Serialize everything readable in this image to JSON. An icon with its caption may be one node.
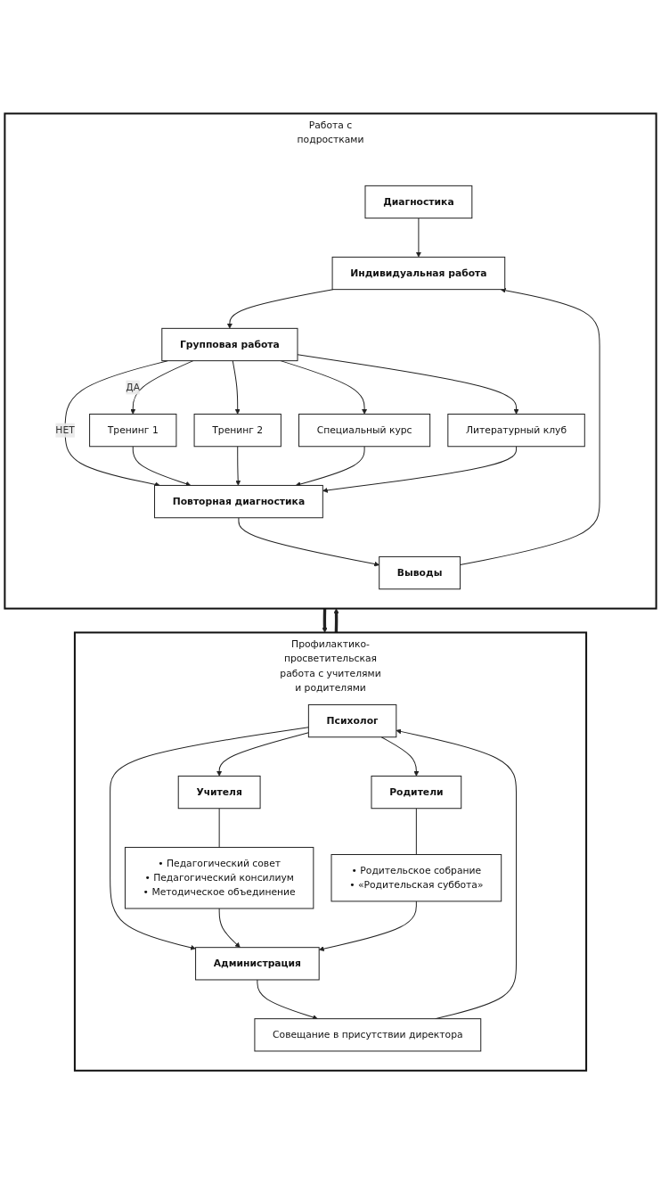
{
  "diagram": {
    "nodes": [
      {
        "text": [
          "Профилактико-просветительская работа с учителями и родителями"
        ]
      },
      {
        "text": [
          "Психолог"
        ],
        "in": 0
      },
      {
        "text": [
          "Учителя"
        ],
        "in": 0
      },
      {
        "text": [
          "Родители"
        ],
        "in": 0
      },
      {
        "text": [
          "• Педагогический совет",
          "• Педагогический консилиум",
          "• Методическое объединение"
        ],
        "in": 0
      },
      {
        "text": [
          "• Родительское собрание",
          "• «Родительская суббота»"
        ],
        "in": 0
      },
      {
        "text": [
          "Администрация"
        ],
        "in": 0
      },
      {
        "text": [
          "Совещание в присутствии директора"
        ],
        "in": 0
      },
      {
        "text": [
          "Работа с подростками"
        ]
      },
      {
        "text": [
          "Диагностика"
        ],
        "in": 8
      },
      {
        "text": [
          "Индивидуальная работа"
        ],
        "in": 8
      },
      {
        "text": [
          "Групповая работа"
        ],
        "in": 8
      },
      {
        "text": [
          "Тренинг 1"
        ],
        "in": 8
      },
      {
        "text": [
          "Тренинг 2"
        ],
        "in": 8
      },
      {
        "text": [
          "Специальный курс"
        ],
        "in": 8
      },
      {
        "text": [
          "Литературный клуб"
        ],
        "in": 8
      },
      {
        "text": [
          "Повторная диагностика"
        ],
        "in": 8
      },
      {
        "text": [
          "Выводы"
        ],
        "in": 8
      }
    ],
    "edges": [
      {
        "from": 0,
        "to": 8,
        "arrow": "to",
        "style": "thick"
      },
      {
        "from": 8,
        "to": 0,
        "arrow": "to",
        "style": "thick"
      },
      {
        "from": 1,
        "to": 2,
        "arrow": "to"
      },
      {
        "from": 1,
        "to": 3,
        "arrow": "to"
      },
      {
        "from": 2,
        "to": 4,
        "arrow": "none"
      },
      {
        "from": 3,
        "to": 5,
        "arrow": "none"
      },
      {
        "from": 1,
        "to": 6,
        "arrow": "to"
      },
      {
        "from": 4,
        "to": 6,
        "arrow": "to"
      },
      {
        "from": 5,
        "to": 6,
        "arrow": "to"
      },
      {
        "from": 6,
        "to": 7,
        "arrow": "to"
      },
      {
        "from": 7,
        "to": 1,
        "arrow": "to"
      },
      {
        "from": 9,
        "to": 10,
        "arrow": "to"
      },
      {
        "from": 10,
        "to": 11,
        "arrow": "to"
      },
      {
        "from": 11,
        "to": 12,
        "label": "ДА",
        "arrow": "to"
      },
      {
        "from": 11,
        "to": 13,
        "arrow": "to"
      },
      {
        "from": 11,
        "to": 14,
        "arrow": "to"
      },
      {
        "from": 11,
        "to": 15,
        "arrow": "to"
      },
      {
        "from": 11,
        "to": 16,
        "label": "НЕТ",
        "arrow": "to"
      },
      {
        "from": 12,
        "to": 16,
        "arrow": "to"
      },
      {
        "from": 13,
        "to": 16,
        "arrow": "to"
      },
      {
        "from": 14,
        "to": 16,
        "arrow": "to"
      },
      {
        "from": 15,
        "to": 16,
        "arrow": "to"
      },
      {
        "from": 16,
        "to": 17,
        "arrow": "to"
      },
      {
        "from": 17,
        "to": 10,
        "arrow": "to"
      }
    ]
  }
}
